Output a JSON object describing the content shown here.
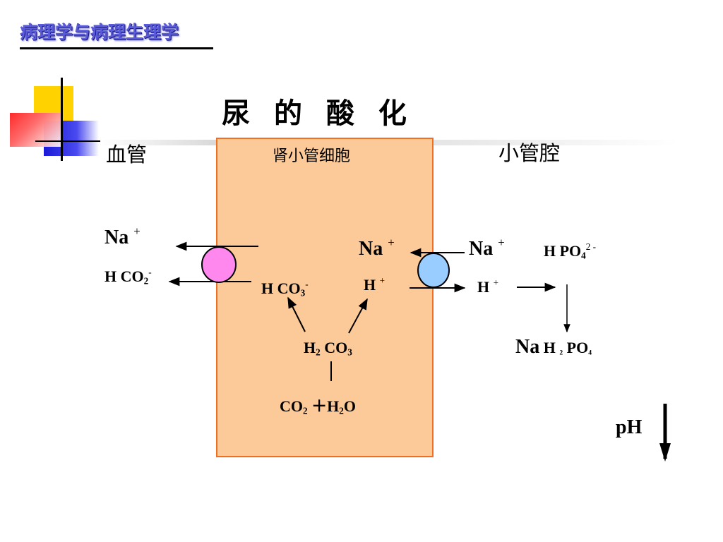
{
  "header": {
    "title": "病理学与病理生理学"
  },
  "slide": {
    "title": "尿 的 酸 化"
  },
  "regions": {
    "vessel": "血管",
    "cell": "肾小管细胞",
    "lumen": "小管腔"
  },
  "species": {
    "na_left": {
      "main": "Na",
      "sup": "+"
    },
    "hco2_left": {
      "main": "H CO",
      "sub": "2",
      "sup": "-"
    },
    "hco3_cell": {
      "main": "H CO",
      "sub": "3",
      "sup": "-"
    },
    "na_cell": {
      "main": "Na",
      "sup": "+"
    },
    "h_cell": {
      "main": "H",
      "sup": "+"
    },
    "h2co3": {
      "a": "H",
      "sub1": "2",
      "b": " CO",
      "sub2": "3"
    },
    "co2_h2o": {
      "a": "CO",
      "sub1": "2",
      "b": " ＋H",
      "sub2": "2",
      "c": "O"
    },
    "na_lumen": {
      "main": "Na",
      "sup": "+"
    },
    "h_lumen": {
      "main": "H",
      "sup": "+"
    },
    "hpo4": {
      "main": "H PO",
      "sub": "4",
      "sup": "2 -"
    },
    "nah2po4": {
      "a": "Na",
      "b": " H ",
      "sub1": "2",
      "c": " PO",
      "sub2": "4"
    },
    "ph": "pH"
  },
  "colors": {
    "cell_fill": "#fcca98",
    "cell_border": "#f07022",
    "transporter_left": "#ff88ee",
    "transporter_right": "#99ccff",
    "header_text": "#5a5adc"
  }
}
